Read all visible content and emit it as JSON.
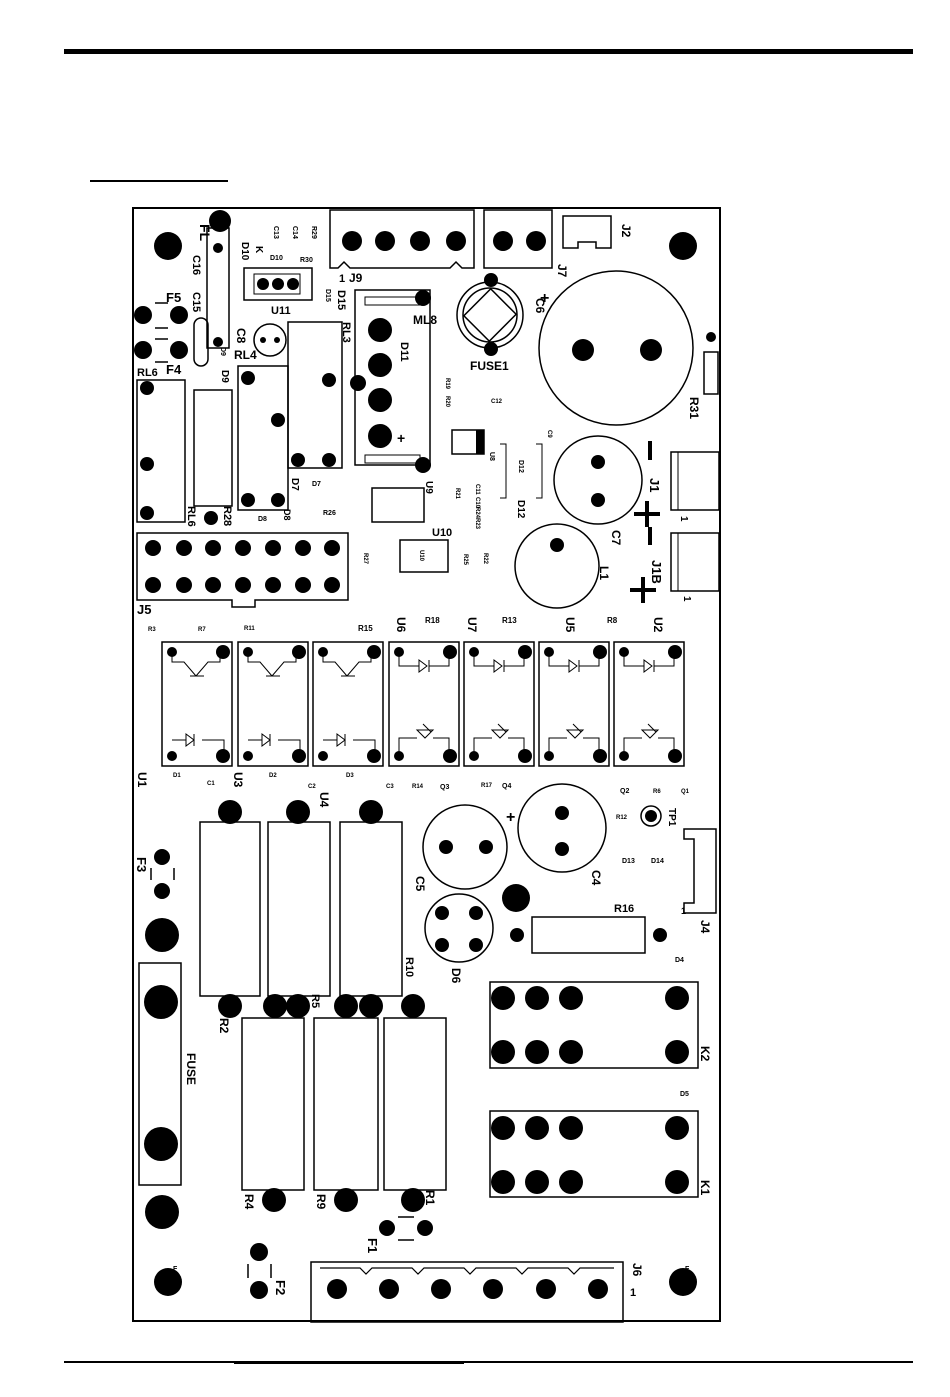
{
  "labels": {
    "FL": "FL",
    "C16": "C16",
    "C15": "C15",
    "F5": "F5",
    "F4": "F4",
    "D10": "D10",
    "D10b": "D10",
    "K1": "K",
    "C13": "C13",
    "C14": "C14",
    "R29": "R29",
    "R30": "R30",
    "U11": "U11",
    "D15": "D15",
    "D15b": "D15",
    "C8": "C8",
    "RL4": "RL4",
    "RL3": "RL3",
    "D9": "D9",
    "D9b": "D9",
    "RL6": "RL6",
    "RL6b": "RL6",
    "R28": "R28",
    "D8": "D8",
    "D8b": "D8",
    "D7": "D7",
    "D7b": "D7",
    "R26": "R26",
    "J9": "J9",
    "J9one": "1",
    "J7": "J7",
    "J2": "J2",
    "ML8": "ML8",
    "D11": "D11",
    "FUSE1": "FUSE1",
    "C6": "C6",
    "R31": "R31",
    "R19": "R19",
    "R20": "R20",
    "C12": "C12",
    "U8": "U8",
    "D12": "D12",
    "D12b": "D12",
    "U9": "U9",
    "R21": "R21",
    "C11": "C11",
    "C10": "C10",
    "R24": "R24",
    "R23": "R23",
    "C9": "C9",
    "C7": "C7",
    "J1": "J1",
    "J1B": "J1B",
    "one_a": "1",
    "one_b": "1",
    "U10": "U10",
    "U10b": "U10",
    "R27": "R27",
    "R25": "R25",
    "R22": "R22",
    "L1": "L1",
    "J5": "J5",
    "R3": "R3",
    "R7": "R7",
    "R11": "R11",
    "R15": "R15",
    "U6": "U6",
    "R18": "R18",
    "U7": "U7",
    "R13": "R13",
    "U5": "U5",
    "R8": "R8",
    "U2": "U2",
    "U1": "U1",
    "D1": "D1",
    "C1": "C1",
    "U3": "U3",
    "D2": "D2",
    "C2": "C2",
    "D3": "D3",
    "C3": "C3",
    "U4": "U4",
    "R14": "R14",
    "Q3": "Q3",
    "R17": "R17",
    "Q4": "Q4",
    "Q2": "Q2",
    "R6": "R6",
    "Q1": "Q1",
    "R12": "R12",
    "TP1": "TP1",
    "D13": "D13",
    "D14": "D14",
    "C5": "C5",
    "C4": "C4",
    "F3": "F3",
    "R16": "R16",
    "J4": "J4",
    "J4one": "1",
    "R10": "R10",
    "D6": "D6",
    "D4": "D4",
    "R2": "R2",
    "R5": "R5",
    "K2": "K2",
    "FUSE": "FUSE",
    "D5": "D5",
    "K1relay": "K1",
    "R4": "R4",
    "R9": "R9",
    "R1": "R1",
    "F1": "F1",
    "F2": "F2",
    "J6": "J6",
    "J6one": "1",
    "Fa": "F",
    "Fb": "F"
  }
}
